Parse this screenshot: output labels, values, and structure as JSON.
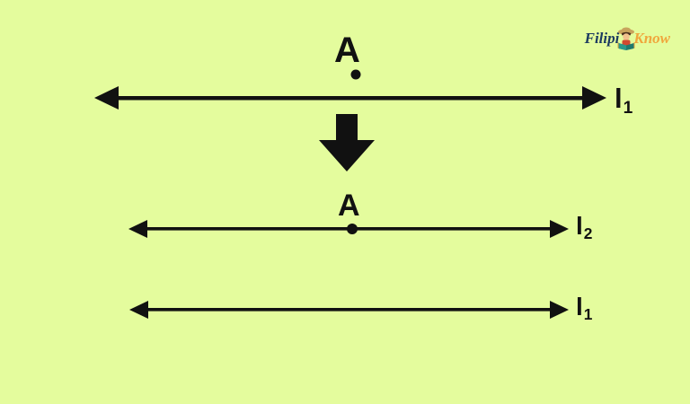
{
  "canvas": {
    "background_color": "#e4fc9d",
    "ink_color": "#111111"
  },
  "logo": {
    "part1": "Filipi",
    "part2": "Know",
    "part1_color": "#1c3b60",
    "part2_color": "#f0a63c",
    "mascot_icon": "boy-reading-book-icon"
  },
  "diagram": {
    "top_figure": {
      "point_label": "A",
      "line_label_base": "l",
      "line_label_sub": "1"
    },
    "transform": {
      "icon": "down-arrow-icon"
    },
    "middle_figure": {
      "point_label": "A",
      "line_label_base": "l",
      "line_label_sub": "2"
    },
    "bottom_figure": {
      "line_label_base": "l",
      "line_label_sub": "1"
    }
  }
}
